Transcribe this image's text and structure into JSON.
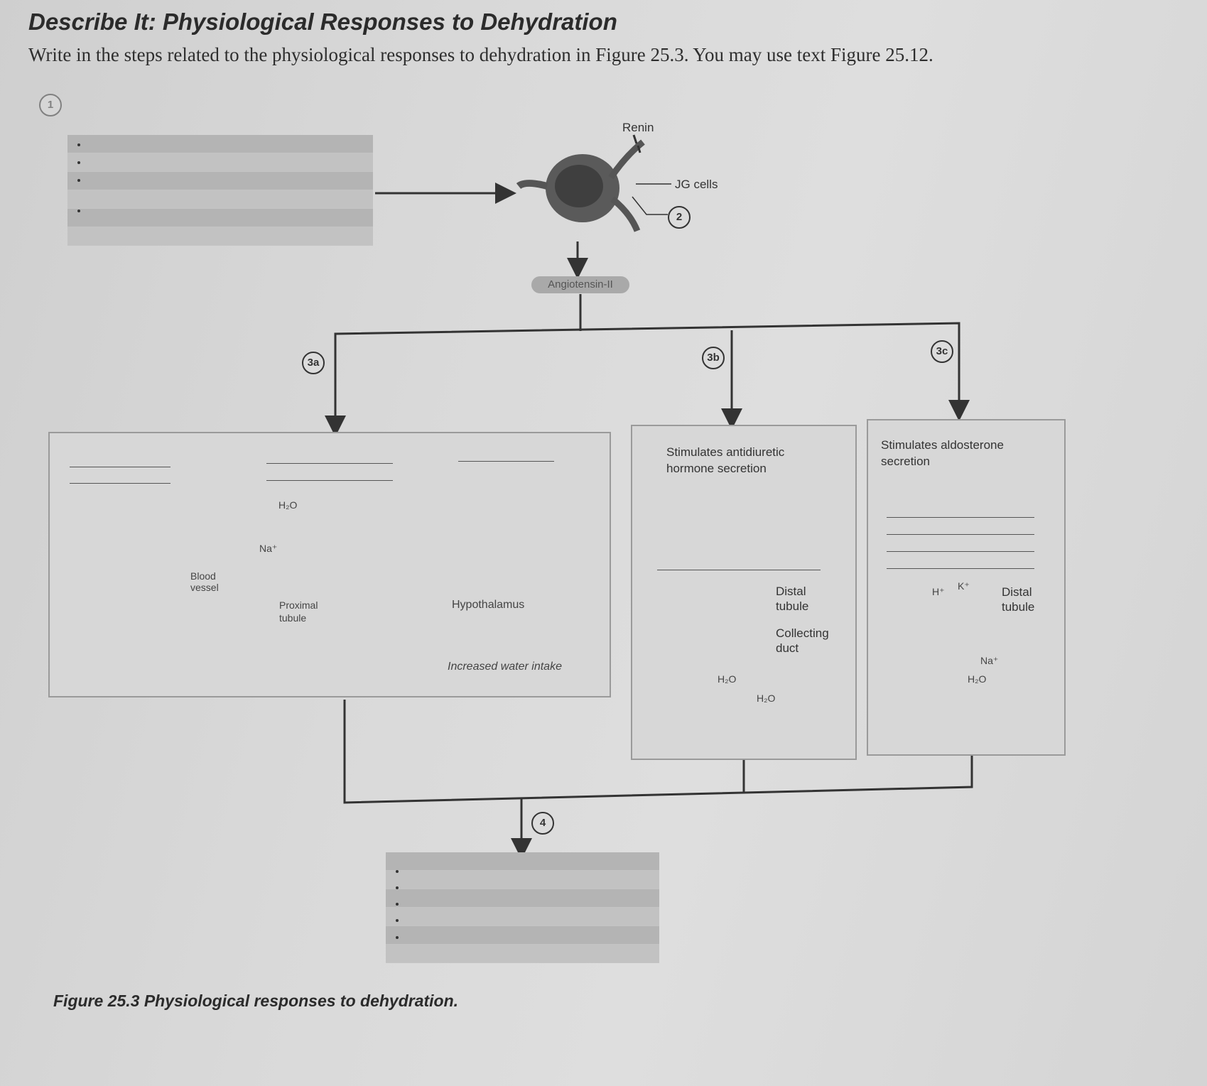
{
  "header": {
    "title": "Describe It: Physiological Responses to Dehydration",
    "instructions": "Write in the steps related to the physiological responses to dehydration in Figure 25.3. You may use text Figure 25.12."
  },
  "steps": {
    "s1": "1",
    "s2": "2",
    "s3a": "3a",
    "s3b": "3b",
    "s3c": "3c",
    "s4": "4"
  },
  "kidney": {
    "renin": "Renin",
    "jg_cells": "JG cells"
  },
  "angiotensin": "Angiotensin-II",
  "panel_a": {
    "blood_vessel": "Blood vessel",
    "h2o": "H₂O",
    "na": "Na⁺",
    "proximal_tubule": "Proximal tubule",
    "hypothalamus": "Hypothalamus",
    "increased_water_intake": "Increased water intake"
  },
  "panel_b": {
    "heading": "Stimulates antidiuretic hormone secretion",
    "distal_tubule": "Distal tubule",
    "collecting_duct": "Collecting duct",
    "h2o_1": "H₂O",
    "h2o_2": "H₂O"
  },
  "panel_c": {
    "heading": "Stimulates aldosterone secretion",
    "h": "H⁺",
    "k": "K⁺",
    "distal_tubule": "Distal tubule",
    "na": "Na⁺",
    "h2o": "H₂O"
  },
  "caption": "Figure 25.3 Physiological responses to dehydration."
}
